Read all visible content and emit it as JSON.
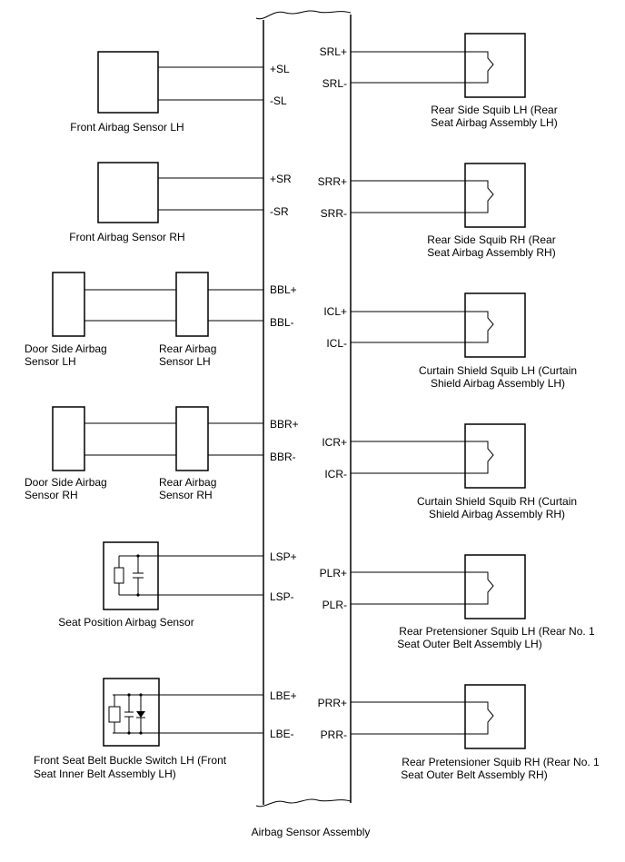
{
  "assembly": {
    "label": "Airbag Sensor Assembly"
  },
  "left_components": [
    {
      "id": "front-airbag-sensor-lh",
      "type": "box",
      "label": [
        "Front Airbag Sensor LH"
      ],
      "pins": [
        "+SL",
        "-SL"
      ]
    },
    {
      "id": "front-airbag-sensor-rh",
      "type": "box",
      "label": [
        "Front Airbag Sensor RH"
      ],
      "pins": [
        "+SR",
        "-SR"
      ]
    },
    {
      "id": "door-rear-sensor-lh",
      "type": "double",
      "label_a": [
        "Door Side Airbag",
        "Sensor LH"
      ],
      "label_b": [
        "Rear Airbag",
        "Sensor LH"
      ],
      "pins": [
        "BBL+",
        "BBL-"
      ]
    },
    {
      "id": "door-rear-sensor-rh",
      "type": "double",
      "label_a": [
        "Door Side Airbag",
        "Sensor RH"
      ],
      "label_b": [
        "Rear Airbag",
        "Sensor RH"
      ],
      "pins": [
        "BBR+",
        "BBR-"
      ]
    },
    {
      "id": "seat-position-airbag-sensor",
      "type": "resistor",
      "label": [
        "Seat Position Airbag Sensor"
      ],
      "pins": [
        "LSP+",
        "LSP-"
      ]
    },
    {
      "id": "front-seat-belt-buckle-switch-lh",
      "type": "switch",
      "label": [
        "Front Seat Belt Buckle Switch LH (Front",
        "Seat Inner Belt Assembly LH)"
      ],
      "pins": [
        "LBE+",
        "LBE-"
      ]
    }
  ],
  "right_components": [
    {
      "id": "rear-side-squib-lh",
      "label": [
        "Rear Side Squib LH (Rear",
        "Seat Airbag Assembly LH)"
      ],
      "pins": [
        "SRL+",
        "SRL-"
      ]
    },
    {
      "id": "rear-side-squib-rh",
      "label": [
        "Rear Side Squib RH (Rear",
        "Seat Airbag Assembly RH)"
      ],
      "pins": [
        "SRR+",
        "SRR-"
      ]
    },
    {
      "id": "curtain-shield-squib-lh",
      "label": [
        "Curtain Shield Squib LH (Curtain",
        "Shield Airbag Assembly LH)"
      ],
      "pins": [
        "ICL+",
        "ICL-"
      ]
    },
    {
      "id": "curtain-shield-squib-rh",
      "label": [
        "Curtain Shield Squib RH (Curtain",
        "Shield Airbag Assembly RH)"
      ],
      "pins": [
        "ICR+",
        "ICR-"
      ]
    },
    {
      "id": "rear-pretensioner-squib-lh",
      "label": [
        "Rear Pretensioner Squib LH (Rear No. 1",
        "Seat Outer Belt Assembly LH)"
      ],
      "pins": [
        "PLR+",
        "PLR-"
      ]
    },
    {
      "id": "rear-pretensioner-squib-rh",
      "label": [
        "Rear Pretensioner Squib RH (Rear No. 1",
        "Seat Outer Belt Assembly RH)"
      ],
      "pins": [
        "PRR+",
        "PRR-"
      ]
    }
  ]
}
